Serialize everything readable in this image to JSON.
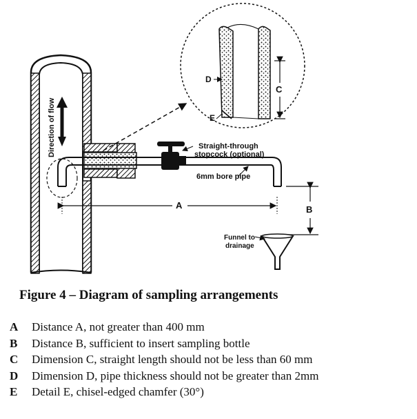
{
  "diagram": {
    "labels": {
      "flow": "Direction of flow",
      "stopcock": "Straight-through",
      "stopcock_2": "stopcock (optional)",
      "pipe": "6mm bore pipe",
      "dim_a": "A",
      "dim_b": "B",
      "dim_c": "C",
      "dim_d": "D",
      "dim_e": "E",
      "funnel": "Funnel to",
      "funnel_2": "drainage"
    }
  },
  "caption": "Figure 4 – Diagram of sampling arrangements",
  "legend": [
    {
      "key": "A",
      "text": "Distance A, not greater than 400 mm"
    },
    {
      "key": "B",
      "text": "Distance B, sufficient to insert sampling bottle"
    },
    {
      "key": "C",
      "text": "Dimension C, straight length should not be less than 60 mm"
    },
    {
      "key": "D",
      "text": "Dimension D, pipe thickness should not be greater than 2mm"
    },
    {
      "key": "E",
      "text": "Detail E, chisel-edged chamfer (30°)"
    }
  ]
}
